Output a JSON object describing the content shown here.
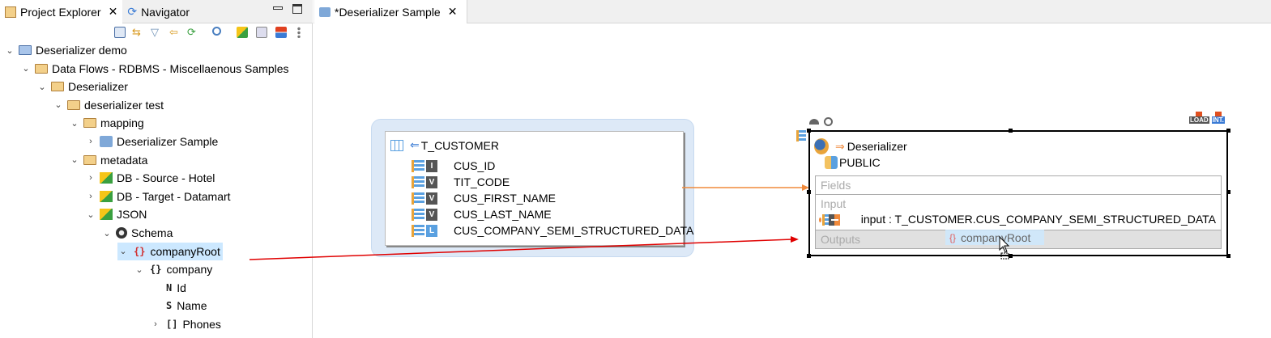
{
  "left_panel": {
    "tabs": [
      {
        "label": "Project Explorer",
        "active": true
      },
      {
        "label": "Navigator",
        "active": false
      }
    ],
    "toolbar_icons": [
      "collapse-all-icon",
      "link-editor-icon",
      "filter-icon",
      "back-icon",
      "refresh-icon",
      "search-icon",
      "model-icon",
      "mapping-icon",
      "hierarchy-icon",
      "more-icon"
    ],
    "tree": [
      {
        "label": "Deserializer demo",
        "level": 0,
        "expanded": true,
        "icon": "project-folder"
      },
      {
        "label": "Data Flows - RDBMS - Miscellaenous Samples",
        "level": 1,
        "expanded": true,
        "icon": "folder"
      },
      {
        "label": "Deserializer",
        "level": 2,
        "expanded": true,
        "icon": "folder"
      },
      {
        "label": "deserializer test",
        "level": 3,
        "expanded": true,
        "icon": "folder"
      },
      {
        "label": "mapping",
        "level": 4,
        "expanded": true,
        "icon": "folder"
      },
      {
        "label": "Deserializer Sample",
        "level": 5,
        "expanded": false,
        "icon": "mapping"
      },
      {
        "label": "metadata",
        "level": 4,
        "expanded": true,
        "icon": "folder"
      },
      {
        "label": "DB - Source - Hotel",
        "level": 5,
        "expanded": false,
        "icon": "metadata"
      },
      {
        "label": "DB - Target - Datamart",
        "level": 5,
        "expanded": false,
        "icon": "metadata"
      },
      {
        "label": "JSON",
        "level": 5,
        "expanded": true,
        "icon": "metadata"
      },
      {
        "label": "Schema",
        "level": 6,
        "expanded": true,
        "icon": "schema"
      },
      {
        "label": "companyRoot",
        "level": 7,
        "expanded": true,
        "icon": "object",
        "prefix": "{}",
        "selected": true
      },
      {
        "label": "company",
        "level": 8,
        "expanded": true,
        "icon": "object",
        "prefix": "{}"
      },
      {
        "label": "Id",
        "level": 9,
        "prefix": "N"
      },
      {
        "label": "Name",
        "level": 9,
        "prefix": "S"
      },
      {
        "label": "Phones",
        "level": 9,
        "expanded": false,
        "prefix": "[]"
      }
    ]
  },
  "editor": {
    "tab_label": "*Deserializer Sample",
    "source": {
      "name": "T_CUSTOMER",
      "columns": [
        {
          "name": "CUS_ID",
          "type": "I",
          "key": true
        },
        {
          "name": "TIT_CODE",
          "type": "V"
        },
        {
          "name": "CUS_FIRST_NAME",
          "type": "V"
        },
        {
          "name": "CUS_LAST_NAME",
          "type": "V"
        },
        {
          "name": "CUS_COMPANY_SEMI_STRUCTURED_DATA",
          "type": "L"
        }
      ]
    },
    "target": {
      "name": "Deserializer",
      "schema": "PUBLIC",
      "badges": [
        "LOAD",
        "INT."
      ],
      "sections": {
        "fields": "Fields",
        "input": "Input",
        "outputs": "Outputs"
      },
      "input_expression": "input : T_CUSTOMER.CUS_COMPANY_SEMI_STRUCTURED_DATA",
      "drag_item": "companyRoot",
      "drag_prefix": "{}"
    }
  },
  "colors": {
    "selection": "#cce8ff",
    "drag_line": "#e00000",
    "link_line": "#f08a3c",
    "source_halo": "#dde9f7"
  }
}
